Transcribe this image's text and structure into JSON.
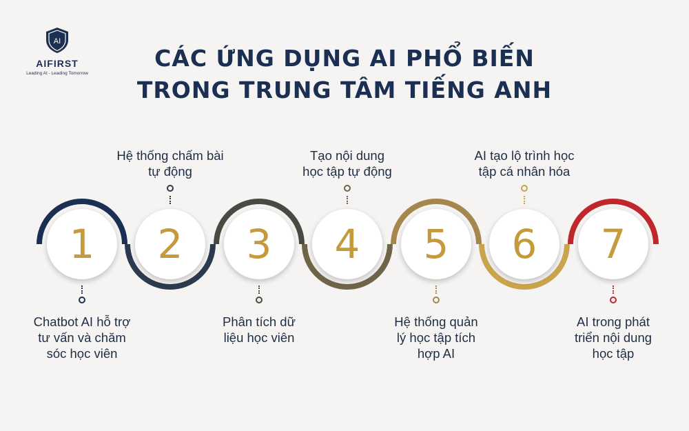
{
  "logo": {
    "mark": "AI",
    "name": "AIFIRST",
    "tagline": "Leading AI - Leading Tomorrow"
  },
  "title": {
    "line1": "CÁC ỨNG DỤNG AI PHỔ BIẾN",
    "line2": "TRONG TRUNG TÂM TIẾNG ANH"
  },
  "steps": [
    {
      "number": "1",
      "label_lines": [
        "Chatbot AI hỗ trợ",
        "tư vấn và chăm",
        "sóc học viên"
      ],
      "color": "#1b2f52"
    },
    {
      "number": "2",
      "label_lines": [
        "Hệ thống chấm bài",
        "tự động"
      ],
      "color": "#2b3a4e"
    },
    {
      "number": "3",
      "label_lines": [
        "Phân tích dữ",
        "liệu học viên"
      ],
      "color": "#4a4a43"
    },
    {
      "number": "4",
      "label_lines": [
        "Tạo nội dung",
        "học tập tự động"
      ],
      "color": "#6f6448"
    },
    {
      "number": "5",
      "label_lines": [
        "Hệ thống quản",
        "lý học tập tích",
        "hợp AI"
      ],
      "color": "#a5874e"
    },
    {
      "number": "6",
      "label_lines": [
        "AI tạo lộ trình học",
        "tập cá nhân hóa"
      ],
      "color": "#c9a44c"
    },
    {
      "number": "7",
      "label_lines": [
        "AI trong phát",
        "triển nội dung",
        "học tập"
      ],
      "color": "#c0272d"
    }
  ]
}
